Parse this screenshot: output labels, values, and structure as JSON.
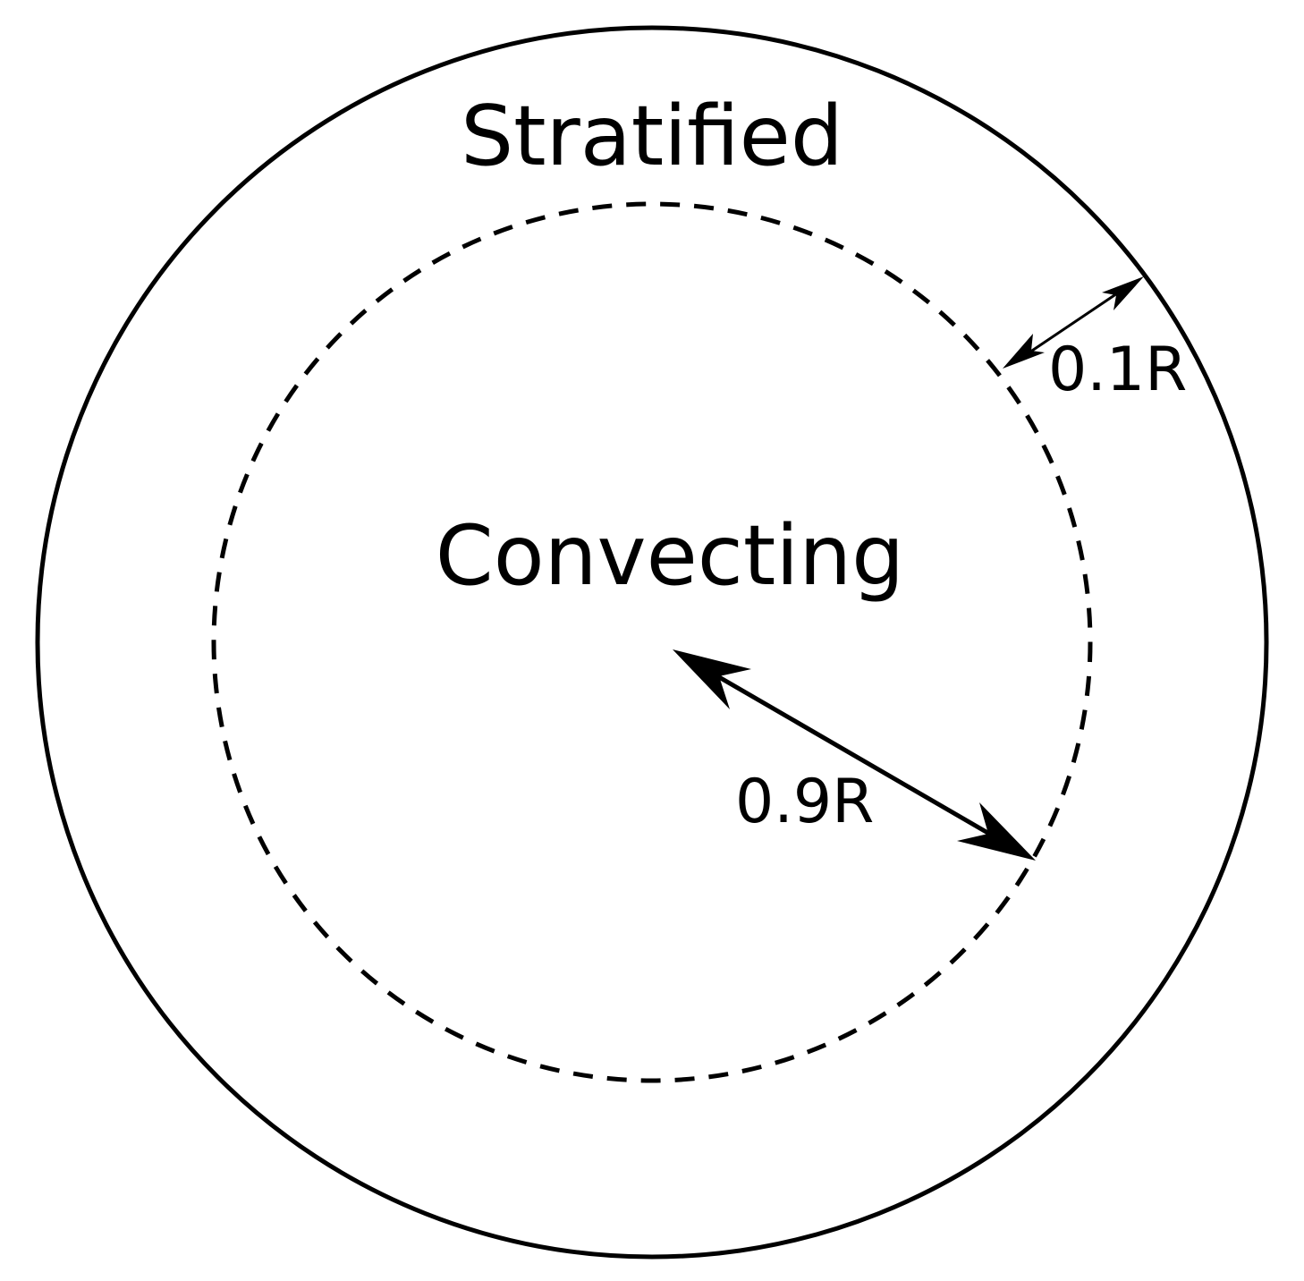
{
  "diagram": {
    "outer_region_label": "Stratified",
    "inner_region_label": "Convecting",
    "outer_layer_thickness_label": "0.1R",
    "inner_radius_label": "0.9R"
  },
  "colors": {
    "stroke": "#000000",
    "background": "#ffffff"
  }
}
